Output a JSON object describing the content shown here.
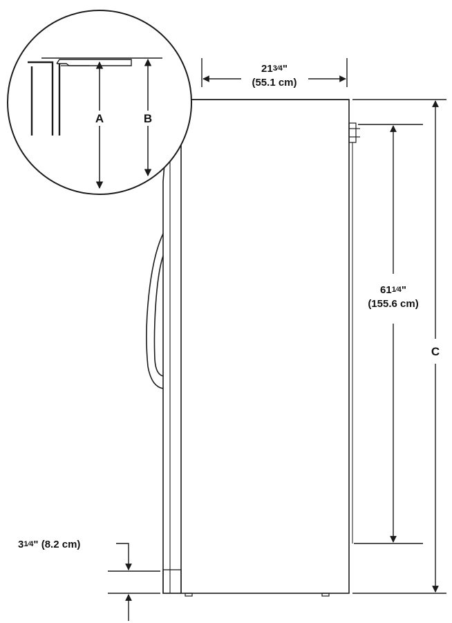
{
  "diagram": {
    "width_label": {
      "whole": "21",
      "fraction": "3⁄4",
      "inch_mark": "\"",
      "metric": "(55.1 cm)"
    },
    "height_label": {
      "whole": "61",
      "fraction": "1⁄4",
      "inch_mark": "\"",
      "metric": "(155.6 cm)"
    },
    "base_label": {
      "whole": "3",
      "fraction": "1⁄4",
      "inch_mark": "\"",
      "metric": "(8.2 cm)"
    },
    "letters": {
      "a": "A",
      "b": "B",
      "c": "C"
    },
    "line_color": "#1a1a1a"
  }
}
